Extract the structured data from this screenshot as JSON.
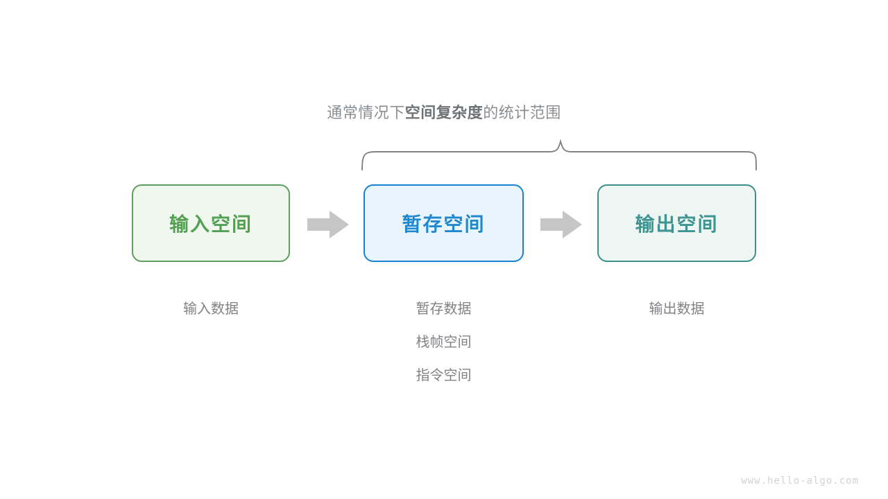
{
  "diagram": {
    "brace_caption": {
      "prefix": "通常情况下",
      "emphasis": "空间复杂度",
      "suffix": "的统计范围"
    },
    "brace": {
      "name": "curly-brace",
      "color": "#808285"
    },
    "boxes": [
      {
        "id": "input-space",
        "label": "输入空间",
        "border_color": "#5f9e5c",
        "fill_color": "#eff7ee",
        "text_color": "#53a052"
      },
      {
        "id": "temp-space",
        "label": "暂存空间",
        "border_color": "#1683d0",
        "fill_color": "#eaf4fd",
        "text_color": "#2088ce"
      },
      {
        "id": "output-space",
        "label": "输出空间",
        "border_color": "#3d8f8c",
        "fill_color": "#edf6f3",
        "text_color": "#3e9490"
      }
    ],
    "arrows": [
      {
        "id": "arrow-input-to-temp",
        "color": "#c6c6c6"
      },
      {
        "id": "arrow-temp-to-output",
        "color": "#c6c6c6"
      }
    ],
    "captions": [
      {
        "id": "input-caption",
        "lines": [
          "输入数据"
        ]
      },
      {
        "id": "temp-caption",
        "lines": [
          "暂存数据",
          "栈帧空间",
          "指令空间"
        ]
      },
      {
        "id": "output-caption",
        "lines": [
          "输出数据"
        ]
      }
    ],
    "caption_color": "#808285",
    "watermark": "www.hello-algo.com"
  }
}
